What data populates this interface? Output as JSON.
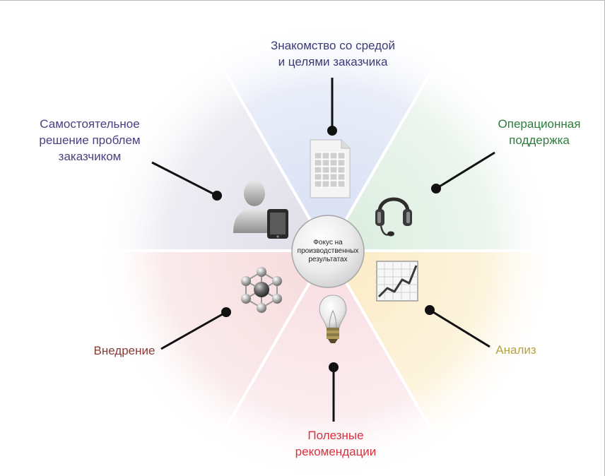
{
  "center": {
    "lines": [
      "Фокус на",
      "производственных",
      "результатах"
    ]
  },
  "segments": [
    {
      "id": "top",
      "lines": [
        "Знакомство со средой",
        "и целями заказчика"
      ],
      "color": "#3b3a7a",
      "icon": "document-table-icon"
    },
    {
      "id": "top-right",
      "lines": [
        "Операционная",
        "поддержка"
      ],
      "color": "#2e7d3e",
      "icon": "headset-icon"
    },
    {
      "id": "bottom-right",
      "lines": [
        "Анализ"
      ],
      "color": "#b5a244",
      "icon": "line-chart-icon"
    },
    {
      "id": "bottom",
      "lines": [
        "Полезные",
        "рекомендации"
      ],
      "color": "#d8323f",
      "icon": "light-bulb-icon"
    },
    {
      "id": "bottom-left",
      "lines": [
        "Внедрение"
      ],
      "color": "#8a3a32",
      "icon": "network-nodes-icon"
    },
    {
      "id": "top-left",
      "lines": [
        "Самостоятельное",
        "решение проблем",
        "заказчиком"
      ],
      "color": "#4a3f80",
      "icon": "user-tablet-icon"
    }
  ]
}
